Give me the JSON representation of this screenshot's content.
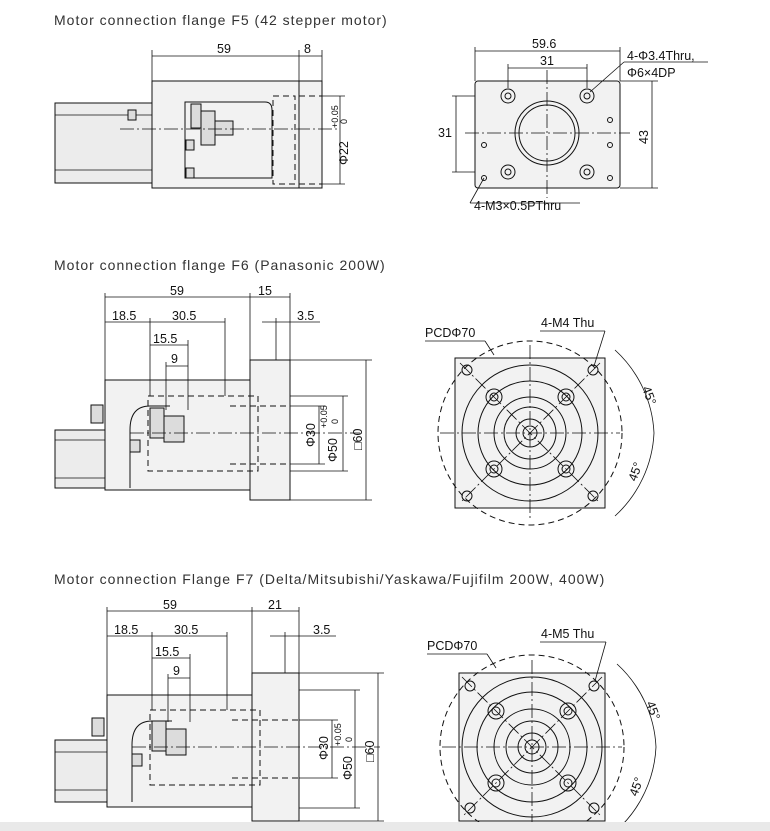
{
  "sections": {
    "f5": {
      "title": "Motor connection flange F5 (42 stepper motor)",
      "dims": {
        "d59": "59",
        "d8": "8",
        "phi22": "Φ22",
        "phi22_tol_upper": "+0.05",
        "phi22_tol_lower": "0",
        "d59_6": "59.6",
        "d31_top": "31",
        "d31_side": "31",
        "d43": "43",
        "thru_note_1": "4-Φ3.4Thru,",
        "thru_note_2": "Φ6×4DP",
        "tap_note": "4-M3×0.5PThru"
      }
    },
    "f6": {
      "title": "Motor connection flange F6 (Panasonic 200W)",
      "dims": {
        "d59": "59",
        "d15": "15",
        "d18_5": "18.5",
        "d30_5": "30.5",
        "d15_5": "15.5",
        "d9": "9",
        "d3_5": "3.5",
        "phi30": "Φ30",
        "phi50": "Φ50",
        "phi50_tol_upper": "+0.05",
        "phi50_tol_lower": "0",
        "sq60": "□60",
        "pcd": "PCDΦ70",
        "tap_note": "4-M4 Thu",
        "angle_top": "45°",
        "angle_bottom": "45°"
      }
    },
    "f7": {
      "title": "Motor connection Flange F7 (Delta/Mitsubishi/Yaskawa/Fujifilm 200W, 400W)",
      "dims": {
        "d59": "59",
        "d21": "21",
        "d18_5": "18.5",
        "d30_5": "30.5",
        "d15_5": "15.5",
        "d9": "9",
        "d3_5": "3.5",
        "phi30": "Φ30",
        "phi50": "Φ50",
        "phi50_tol_upper": "+0.05",
        "phi50_tol_lower": "0",
        "sq60": "□60",
        "pcd": "PCDΦ70",
        "tap_note": "4-M5 Thu",
        "angle_top": "45°",
        "angle_bottom": "45°"
      }
    }
  }
}
